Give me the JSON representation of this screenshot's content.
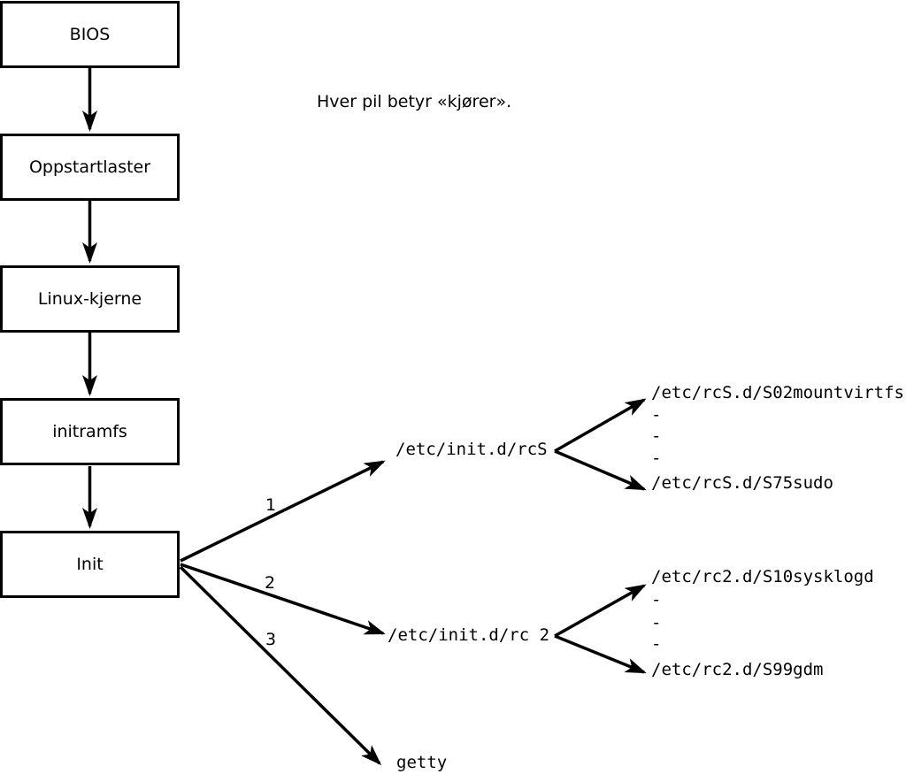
{
  "note": "Hver pil betyr «kjører».",
  "chain": [
    {
      "label": "BIOS"
    },
    {
      "label": "Oppstartlaster"
    },
    {
      "label": "Linux-kjerne"
    },
    {
      "label": "initramfs"
    },
    {
      "label": "Init"
    }
  ],
  "branches": [
    {
      "number": "1",
      "script": "/etc/init.d/rcS",
      "entries": [
        "/etc/rcS.d/S02mountvirtfs",
        "-",
        "-",
        "-",
        "/etc/rcS.d/S75sudo"
      ]
    },
    {
      "number": "2",
      "script": "/etc/init.d/rc 2",
      "entries": [
        "/etc/rc2.d/S10sysklogd",
        "-",
        "-",
        "-",
        "/etc/rc2.d/S99gdm"
      ]
    },
    {
      "number": "3",
      "script": "getty",
      "entries": []
    }
  ],
  "colors": {
    "ink": "#000000",
    "background": "#ffffff"
  }
}
